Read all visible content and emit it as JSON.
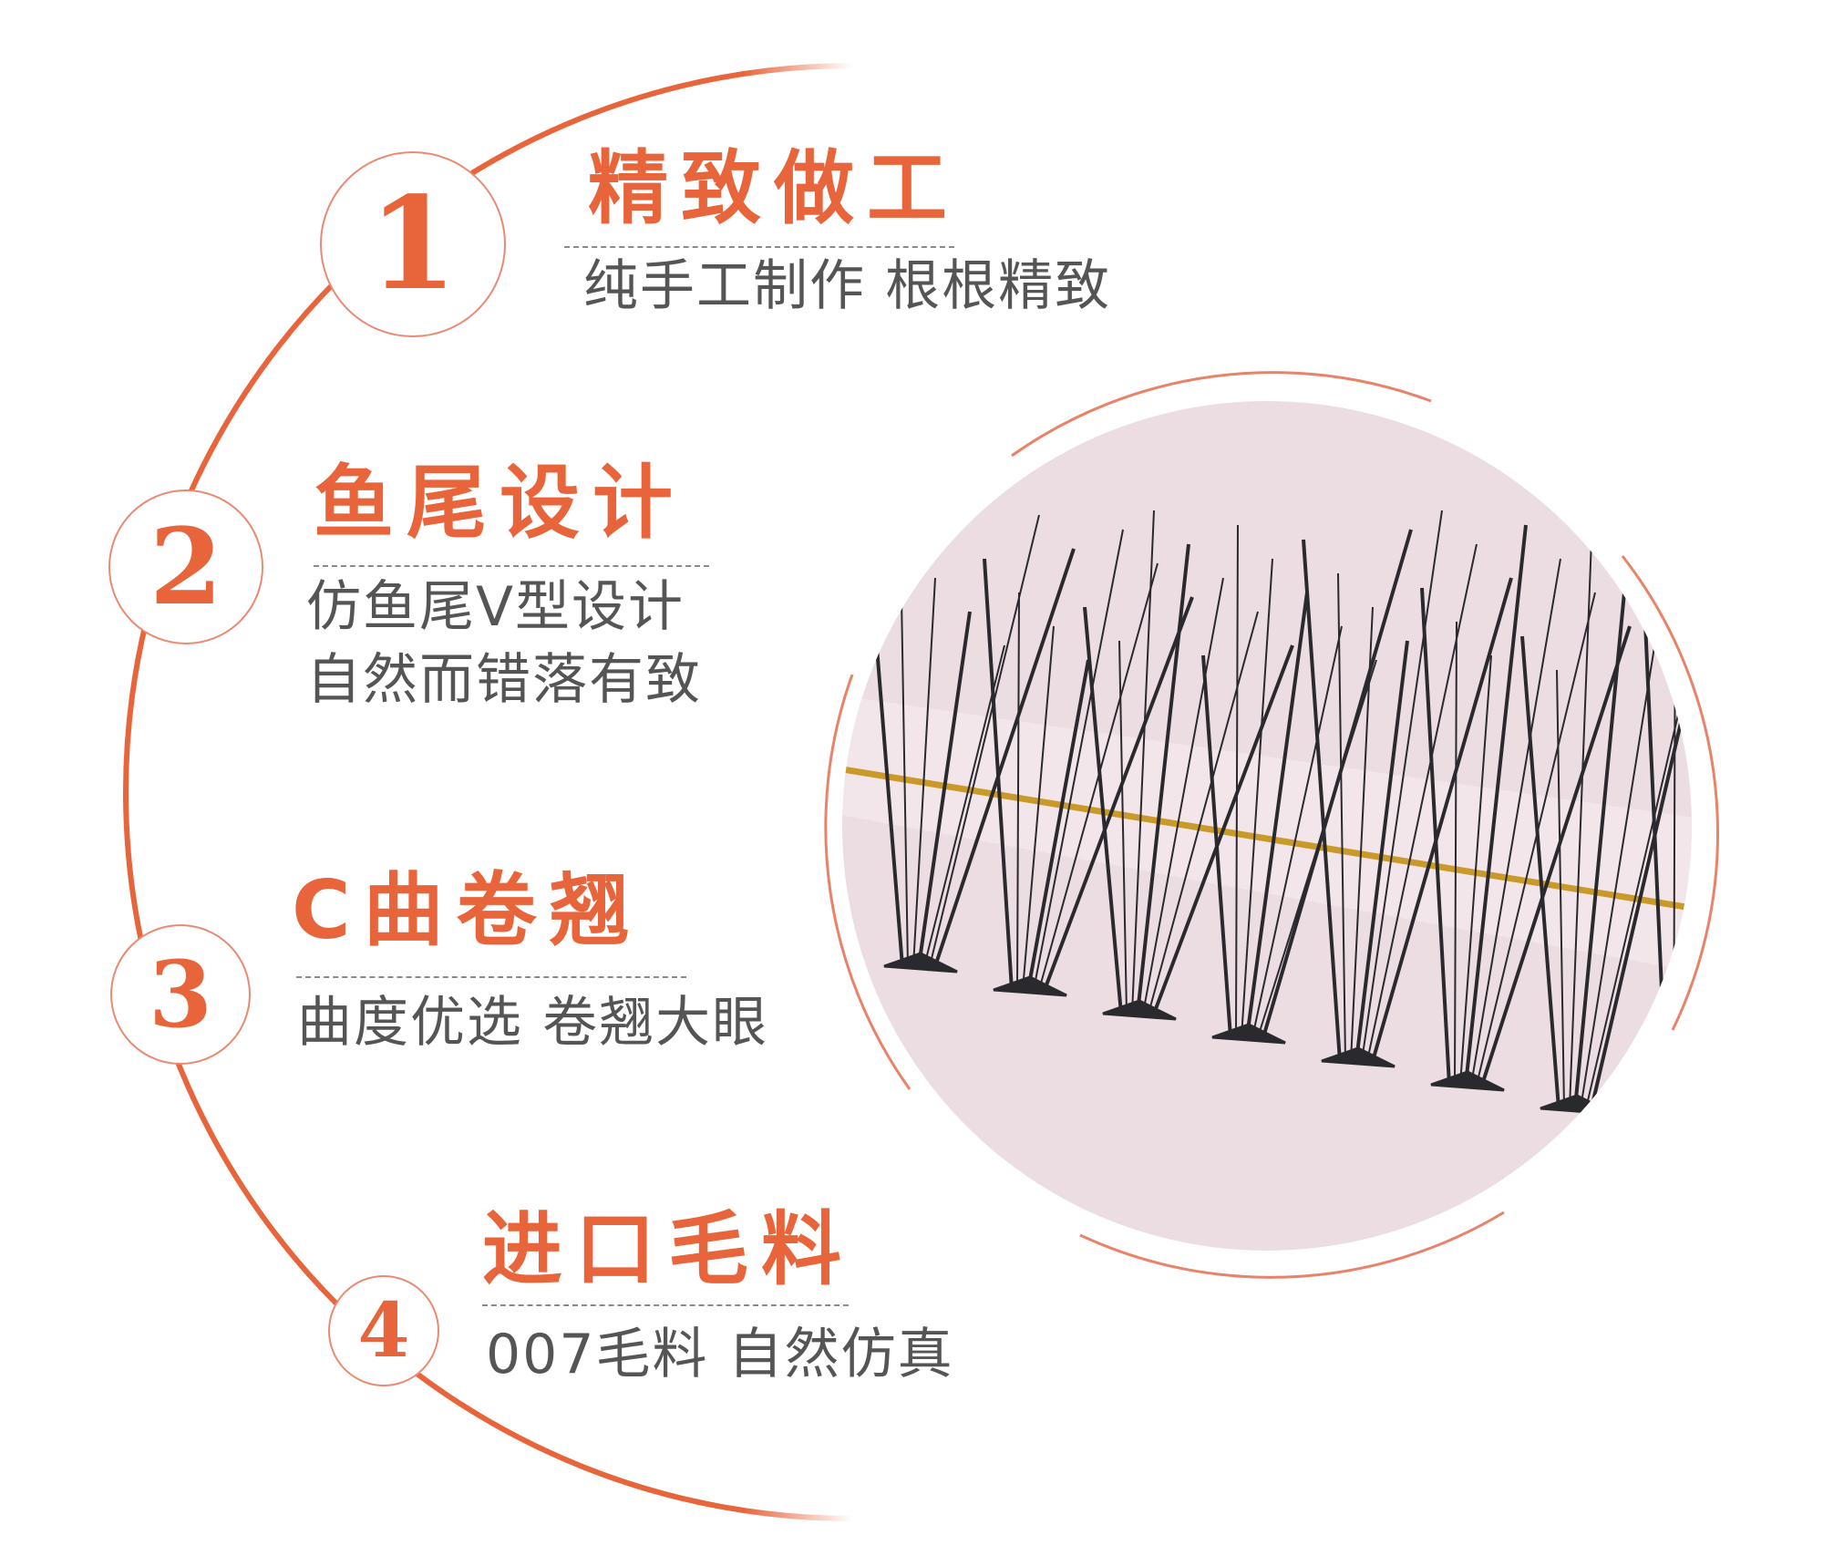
{
  "accent_color": "#e8653c",
  "features": [
    {
      "number": "1",
      "title": "精致做工",
      "lines": [
        "纯手工制作  根根精致"
      ]
    },
    {
      "number": "2",
      "title": "鱼尾设计",
      "lines": [
        "仿鱼尾V型设计",
        "自然而错落有致"
      ]
    },
    {
      "number": "3",
      "title": "C曲卷翘",
      "lines": [
        "曲度优选  卷翘大眼"
      ]
    },
    {
      "number": "4",
      "title": "进口毛料",
      "lines": [
        "007毛料  自然仿真"
      ]
    }
  ]
}
